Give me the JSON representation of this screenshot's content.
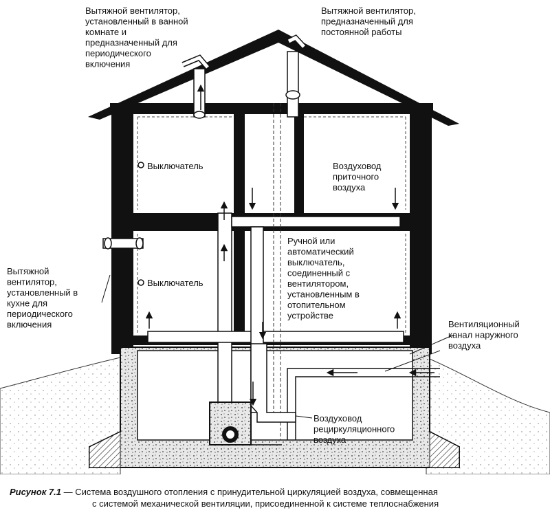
{
  "labels": {
    "bath_fan": [
      "Вытяжной вентилятор,",
      "установленный в ванной",
      "комнате и",
      "предназначенный для",
      "периодического",
      "включения"
    ],
    "constant_fan": [
      "Вытяжной вентилятор,",
      "предназначенный для",
      "постоянной работы"
    ],
    "switch_upper": [
      "Выключатель"
    ],
    "supply_duct": [
      "Воздуховод",
      "приточного",
      "воздуха"
    ],
    "kitchen_fan": [
      "Вытяжной",
      "вентилятор,",
      "установленный в",
      "кухне для",
      "периодического",
      "включения"
    ],
    "switch_lower": [
      "Выключатель"
    ],
    "manual_switch": [
      "Ручной или",
      "автоматический",
      "выключатель,",
      "соединенный с",
      "вентилятором,",
      "установленным в",
      "отопительном",
      "устройстве"
    ],
    "outdoor_channel": [
      "Вентиляционный",
      "канал наружного",
      "воздуха"
    ],
    "recirc_duct": [
      "Воздуховод",
      "рециркуляционного",
      "воздуха"
    ]
  },
  "caption": {
    "figure": "Рисунок 7.1",
    "line1": " — Система воздушного отопления с принудительной циркуляцией воздуха, совмещенная",
    "line2": "с системой механической вентиляции, присоединенной к системе теплоснабжения"
  }
}
